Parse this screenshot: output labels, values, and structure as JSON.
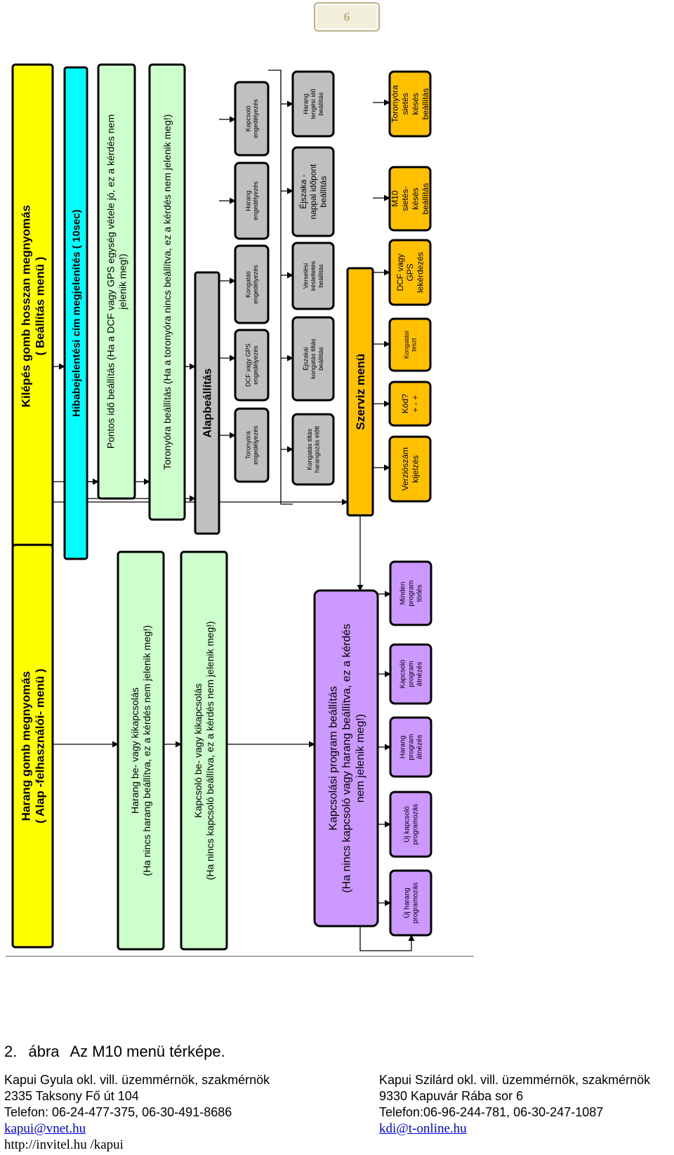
{
  "page_number": "6",
  "colors": {
    "yellow": "#ffff00",
    "cyan": "#00ffff",
    "light_green": "#ccffcc",
    "gray": "#c0c0c0",
    "orange": "#ffc000",
    "purple": "#cc99ff"
  },
  "diagram": {
    "kilepes": [
      "Kilépés gomb hosszan megnyomás",
      "( Beállítás menü )"
    ],
    "hibabejelentesi": [
      "Hibabejelentési cím megjelenítés ( 10sec)"
    ],
    "pontos_ido": [
      "Pontos idő beállítás (Ha a DCF vagy GPS egység vétele jó, ez a kérdés nem",
      "jelenik meg!)"
    ],
    "toronyora_beallitas": [
      "Toronyóra beállítás (Ha a toronyóra nincs beállítva, ez a kérdés nem jelenik meg!)"
    ],
    "alapbeallitas": [
      "Alapbeállítás"
    ],
    "toronyora_engedelyezes": [
      "Toronyóra",
      "engedélyezés"
    ],
    "dcf_gps_engedelyezes": [
      "DCF vagy GPS",
      "engedélyezés"
    ],
    "kongatas_engedelyezes": [
      "Kongatás",
      "engedélyezés"
    ],
    "harang_engedelyezes": [
      "Harang",
      "engedélyezés"
    ],
    "kapcsolo_engedelyezes": [
      "Kapcsoló",
      "engedélyezés"
    ],
    "kongatas_tiltas_harangozas": [
      "Kongatás tiltás",
      "harangozás előtt"
    ],
    "ejszakai_kongatas": [
      "Éjszakai",
      "kongatás tiltás",
      "beállítás"
    ],
    "verselesi_kesleltetes": [
      "Verselési",
      "késleltetés",
      "beállítás"
    ],
    "ejszaka_nappal": [
      "Éjszaka -",
      "nappal időpont",
      "beállítás"
    ],
    "harang_lengesi": [
      "Harang",
      "lengési idő",
      "beállítás"
    ],
    "szerviz_menu": [
      "Szerviz menü"
    ],
    "verzioszam": [
      "Verziószám",
      "kijelzés"
    ],
    "kod": [
      "Kód?",
      "+ - +"
    ],
    "kongatasi_teszt": [
      "Kongatási",
      "teszt"
    ],
    "dcf_gps_lekerdezes": [
      "DCF vagy",
      "GPS",
      "lekérdezés"
    ],
    "m10_sietes": [
      "M10",
      "sietés-",
      "késés",
      "beállítás"
    ],
    "toronyora_sietes": [
      "Toronyóra",
      "sietés",
      "késés",
      "beállítás"
    ],
    "harang_gomb": [
      "Harang gomb megnyomás",
      "( Alap -felhasználói- menü )"
    ],
    "harang_kikapcsolas": [
      "Harang be- vagy kikapcsolás",
      "(Ha nincs harang beállítva, ez a kérdés nem jelenik meg!)"
    ],
    "kapcsolo_kikapcsolas": [
      "Kapcsoló be- vagy kikapcsolás",
      "(Ha nincs kapcsoló beállítva, ez a kérdés nem jelenik meg!)"
    ],
    "kapcsolasi_program": [
      "Kapcsolási program beállítás",
      "(Ha nincs kapcsoló vagy harang beállítva, ez a kérdés",
      "nem jelenik meg!)"
    ],
    "uj_harang_program": [
      "Új harang",
      "programozás"
    ],
    "uj_kapcsolo_program": [
      "Új kapcsoló",
      "programozás"
    ],
    "harang_program_atnezes": [
      "Harang",
      "program",
      "átnézés"
    ],
    "kapcsolo_program_atnezes": [
      "Kapcsoló",
      "program",
      "átnézés"
    ],
    "minden_program_torles": [
      "Minden",
      "program",
      "törlés"
    ]
  },
  "caption": {
    "number": "2.",
    "label": "ábra",
    "text": "Az M10 menü térképe."
  },
  "footer": {
    "left": {
      "name": "Kapui Gyula okl. vill. üzemmérnök, szakmérnök",
      "address": "2335 Taksony Fő út 104",
      "phone": "Telefon: 06-24-477-375, 06-30-491-8686",
      "email": "kapui@vnet.hu",
      "web": "http://invitel.hu /kapui"
    },
    "right": {
      "name": "Kapui Szilárd okl. vill. üzemmérnök, szakmérnök",
      "address": "9330 Kapuvár Rába sor 6",
      "phone": "Telefon:06-96-244-781, 06-30-247-1087",
      "email": "kdi@t-online.hu"
    }
  }
}
